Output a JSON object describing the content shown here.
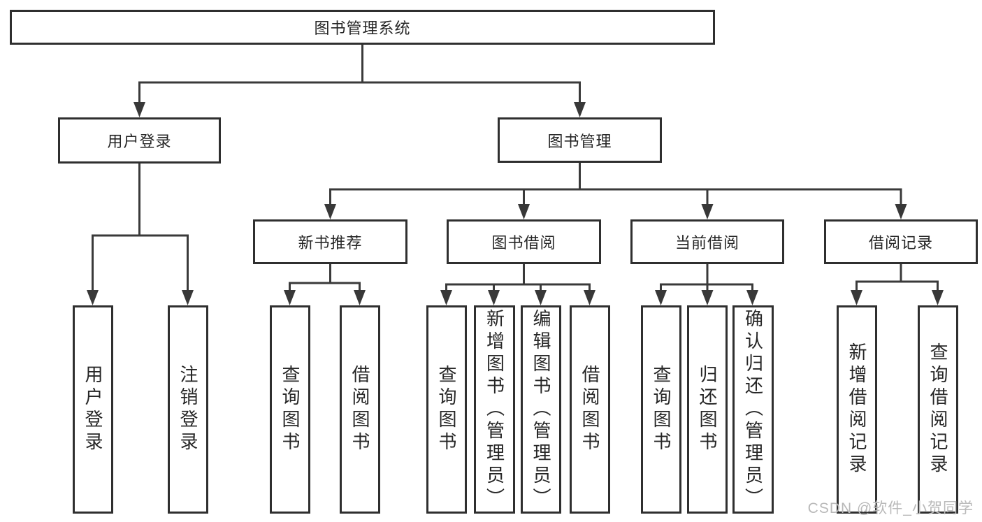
{
  "tree": {
    "label": "图书管理系统",
    "children": [
      {
        "label": "用户登录",
        "children": [
          {
            "label": "用户登录"
          },
          {
            "label": "注销登录"
          }
        ]
      },
      {
        "label": "图书管理",
        "children": [
          {
            "label": "新书推荐",
            "children": [
              {
                "label": "查询图书"
              },
              {
                "label": "借阅图书"
              }
            ]
          },
          {
            "label": "图书借阅",
            "children": [
              {
                "label": "查询图书"
              },
              {
                "label": "新增图书（管理员）"
              },
              {
                "label": "编辑图书（管理员）"
              },
              {
                "label": "借阅图书"
              }
            ]
          },
          {
            "label": "当前借阅",
            "children": [
              {
                "label": "查询图书"
              },
              {
                "label": "归还图书"
              },
              {
                "label": "确认归还（管理员）"
              }
            ]
          },
          {
            "label": "借阅记录",
            "children": [
              {
                "label": "新增借阅记录"
              },
              {
                "label": "查询借阅记录"
              }
            ]
          }
        ]
      }
    ]
  },
  "watermark": {
    "text": "CSDN @软件_小贺同学"
  },
  "colors": {
    "line": "#3a3a3a",
    "box_border": "#2f2f2f",
    "box_fill": "#ffffff",
    "text": "#262626",
    "watermark": "#b9b9b9"
  }
}
